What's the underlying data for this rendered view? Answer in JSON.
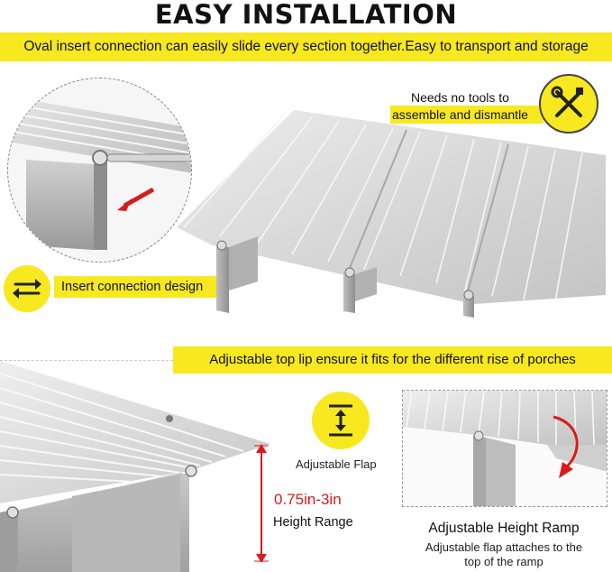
{
  "header": {
    "title": "EASY INSTALLATION",
    "banner": "Oval insert connection can easily slide every section together.Easy to transport and storage"
  },
  "tools": {
    "icon": "no-tools-icon",
    "line1": "Needs no tools to",
    "line2": "assemble and dismantle"
  },
  "insert": {
    "icon": "swap-arrows-icon",
    "label": "Insert connection design"
  },
  "lip": {
    "banner": "Adjustable top lip ensure it fits for the different rise of porches"
  },
  "flap": {
    "icon": "height-adjust-icon",
    "label": "Adjustable Flap"
  },
  "height": {
    "value": "0.75in-3in",
    "label": "Height Range"
  },
  "ramp": {
    "title": "Adjustable Height Ramp",
    "desc_line1": "Adjustable flap attaches to the",
    "desc_line2": "top of the ramp"
  },
  "colors": {
    "accent": "#f7e81f",
    "arrow": "#d81b1b",
    "metal": "#c9c9c9"
  }
}
